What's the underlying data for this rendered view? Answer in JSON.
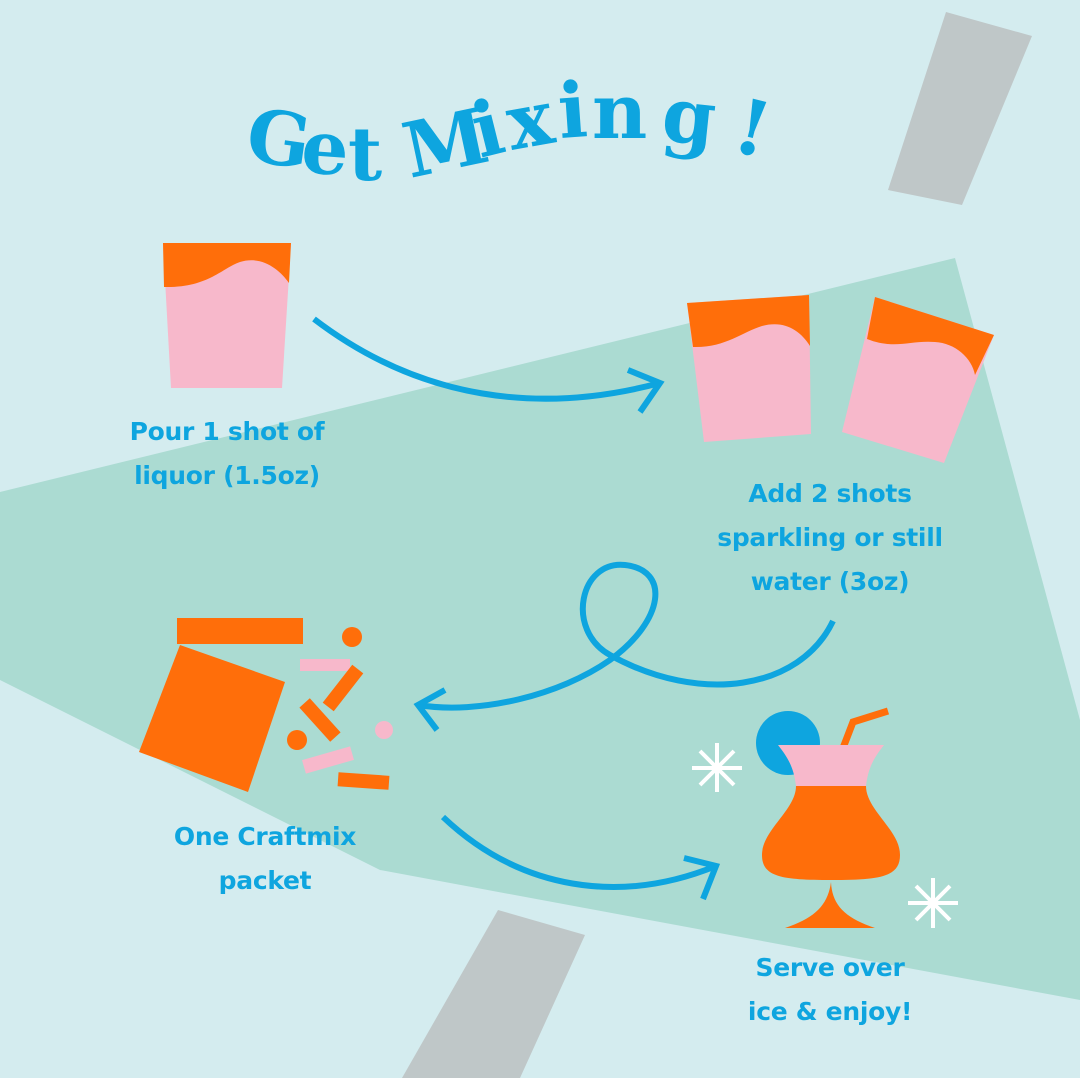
{
  "title": {
    "text": "Get Mixing!",
    "letters": [
      "G",
      "e",
      "t",
      "M",
      "i",
      "x",
      "i",
      "n",
      "g",
      "!"
    ]
  },
  "steps": [
    {
      "id": "pour-liquor",
      "lines": [
        "Pour 1 shot of",
        "liquor (1.5oz)"
      ]
    },
    {
      "id": "add-water",
      "lines": [
        "Add 2 shots",
        "sparkling or still",
        "water (3oz)"
      ]
    },
    {
      "id": "add-packet",
      "lines": [
        "One Craftmix",
        "packet"
      ]
    },
    {
      "id": "serve",
      "lines": [
        "Serve over",
        "ice & enjoy!"
      ]
    }
  ],
  "colors": {
    "background": "#d4ecef",
    "band": "#abdbd2",
    "gray_bar": "#bfc7c8",
    "text_blue": "#0ea5df",
    "orange": "#ff6e0a",
    "pink": "#f7b8cb",
    "white": "#ffffff"
  }
}
